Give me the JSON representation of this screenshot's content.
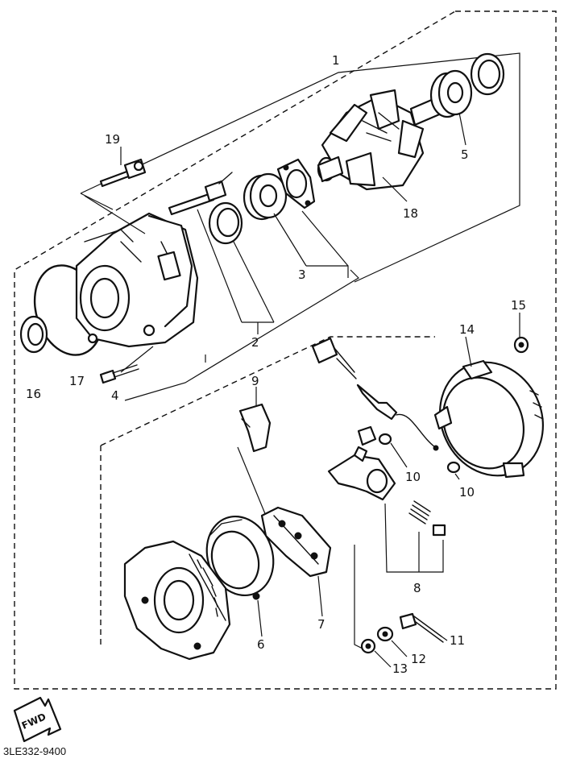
{
  "diagram": {
    "callouts": {
      "p1": "1",
      "p2": "2",
      "p3": "3",
      "p4": "4",
      "p5": "5",
      "p6": "6",
      "p7": "7",
      "p8": "8",
      "p9": "9",
      "p10a": "10",
      "p10b": "10",
      "p11": "11",
      "p12": "12",
      "p13": "13",
      "p14": "14",
      "p15": "15",
      "p16": "16",
      "p17": "17",
      "p18": "18",
      "p19": "19"
    },
    "fwd_label": "FWD",
    "figure_code": "3LE332-9400"
  }
}
